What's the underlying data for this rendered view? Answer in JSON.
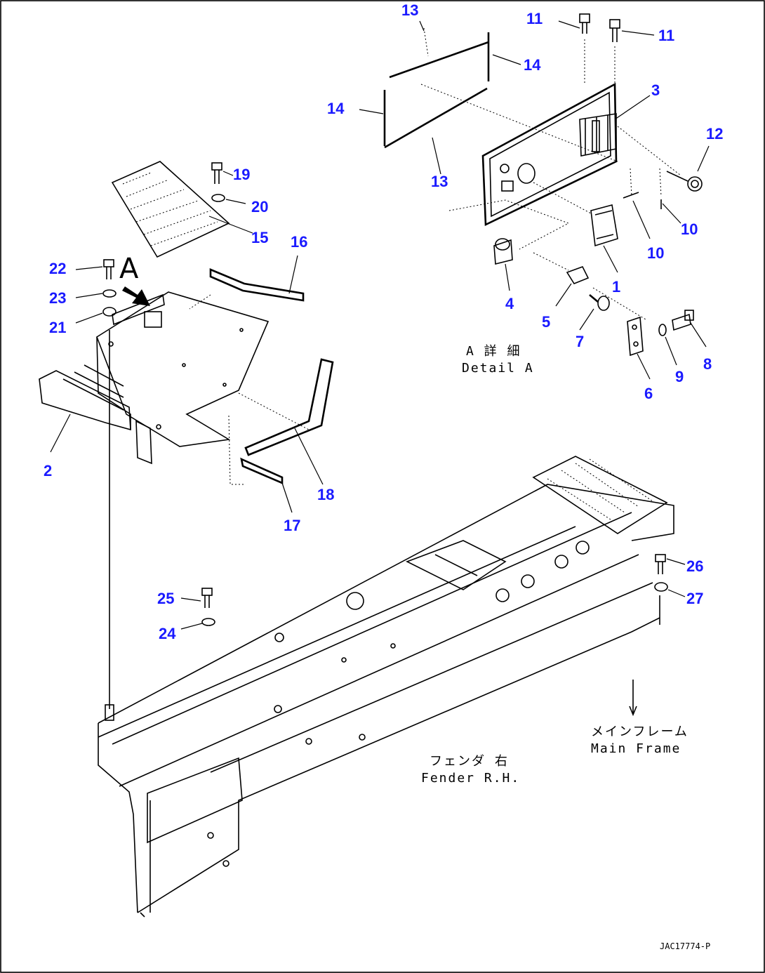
{
  "parts": [
    {
      "num": "1"
    },
    {
      "num": "2"
    },
    {
      "num": "3"
    },
    {
      "num": "4"
    },
    {
      "num": "5"
    },
    {
      "num": "6"
    },
    {
      "num": "7"
    },
    {
      "num": "8"
    },
    {
      "num": "9"
    },
    {
      "num": "10"
    },
    {
      "num": "10"
    },
    {
      "num": "11"
    },
    {
      "num": "11"
    },
    {
      "num": "12"
    },
    {
      "num": "13"
    },
    {
      "num": "13"
    },
    {
      "num": "14"
    },
    {
      "num": "14"
    },
    {
      "num": "15"
    },
    {
      "num": "16"
    },
    {
      "num": "17"
    },
    {
      "num": "18"
    },
    {
      "num": "19"
    },
    {
      "num": "20"
    },
    {
      "num": "21"
    },
    {
      "num": "22"
    },
    {
      "num": "23"
    },
    {
      "num": "24"
    },
    {
      "num": "25"
    },
    {
      "num": "26"
    },
    {
      "num": "27"
    }
  ],
  "view_marker": "A",
  "detail": {
    "jp": "A 詳 細",
    "en": "Detail A"
  },
  "main_frame": {
    "jp": "メインフレーム",
    "en": "Main Frame"
  },
  "fender": {
    "jp": "フェンダ 右",
    "en": "Fender R.H."
  },
  "drawing_code": "JAC17774-P",
  "colors": {
    "part_number": "#1a1aff",
    "line": "#000000",
    "background": "#ffffff"
  }
}
